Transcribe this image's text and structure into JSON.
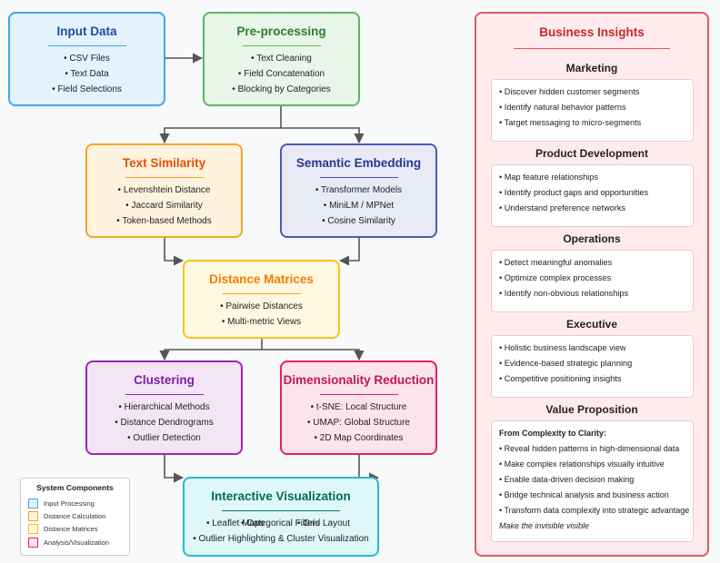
{
  "nodes": {
    "input": {
      "title": "Input Data",
      "items": [
        "• CSV Files",
        "• Text Data",
        "• Field Selections"
      ]
    },
    "prep": {
      "title": "Pre-processing",
      "items": [
        "• Text Cleaning",
        "• Field Concatenation",
        "• Blocking by Categories"
      ]
    },
    "textsim": {
      "title": "Text Similarity",
      "items": [
        "• Levenshtein Distance",
        "• Jaccard Similarity",
        "• Token-based Methods"
      ]
    },
    "sem": {
      "title": "Semantic Embedding",
      "items": [
        "• Transformer Models",
        "• MiniLM / MPNet",
        "• Cosine Similarity"
      ]
    },
    "dist": {
      "title": "Distance Matrices",
      "items": [
        "• Pairwise Distances",
        "• Multi-metric Views"
      ]
    },
    "clus": {
      "title": "Clustering",
      "items": [
        "• Hierarchical Methods",
        "• Distance Dendrograms",
        "• Outlier Detection"
      ]
    },
    "dim": {
      "title": "Dimensionality Reduction",
      "items": [
        "• t-SNE: Local Structure",
        "• UMAP: Global Structure",
        "• 2D Map Coordinates"
      ]
    },
    "viz": {
      "title": "Interactive Visualization",
      "items": [
        "• Leaflet Maps",
        "• Categorical Filters",
        "• Grid Layout",
        "• Outlier Highlighting & Cluster Visualization"
      ]
    }
  },
  "insights": {
    "title": "Business Insights",
    "sections": [
      {
        "title": "Marketing",
        "items": [
          "• Discover hidden customer segments",
          "• Identify natural behavior patterns",
          "• Target messaging to micro-segments"
        ]
      },
      {
        "title": "Product Development",
        "items": [
          "• Map feature relationships",
          "• Identify product gaps and opportunities",
          "• Understand preference networks"
        ]
      },
      {
        "title": "Operations",
        "items": [
          "• Detect meaningful anomalies",
          "• Optimize complex processes",
          "• Identify non-obvious relationships"
        ]
      },
      {
        "title": "Executive",
        "items": [
          "• Holistic business landscape view",
          "• Evidence-based strategic planning",
          "• Competitive positioning insights"
        ]
      },
      {
        "title": "Value Proposition",
        "lead": "From Complexity to Clarity:",
        "items": [
          "• Reveal hidden patterns in high-dimensional data",
          "• Make complex relationships visually intuitive",
          "• Enable data-driven decision making",
          "• Bridge technical analysis and business action",
          "• Transform data complexity into strategic advantage"
        ],
        "tagline": "Make the invisible visible"
      }
    ]
  },
  "legend": {
    "title": "System Components",
    "entries": [
      {
        "label": "Input Processing",
        "color": "#42a5e6",
        "fill": "#e3f2fd"
      },
      {
        "label": "Distance Calculation",
        "color": "#f5a623",
        "fill": "#fff3e0"
      },
      {
        "label": "Distance Matrices",
        "color": "#f5c518",
        "fill": "#fff8e1"
      },
      {
        "label": "Analysis/Visualization",
        "color": "#e91e63",
        "fill": "#fce4ec"
      }
    ]
  },
  "colors": {
    "connector": "#555555"
  }
}
